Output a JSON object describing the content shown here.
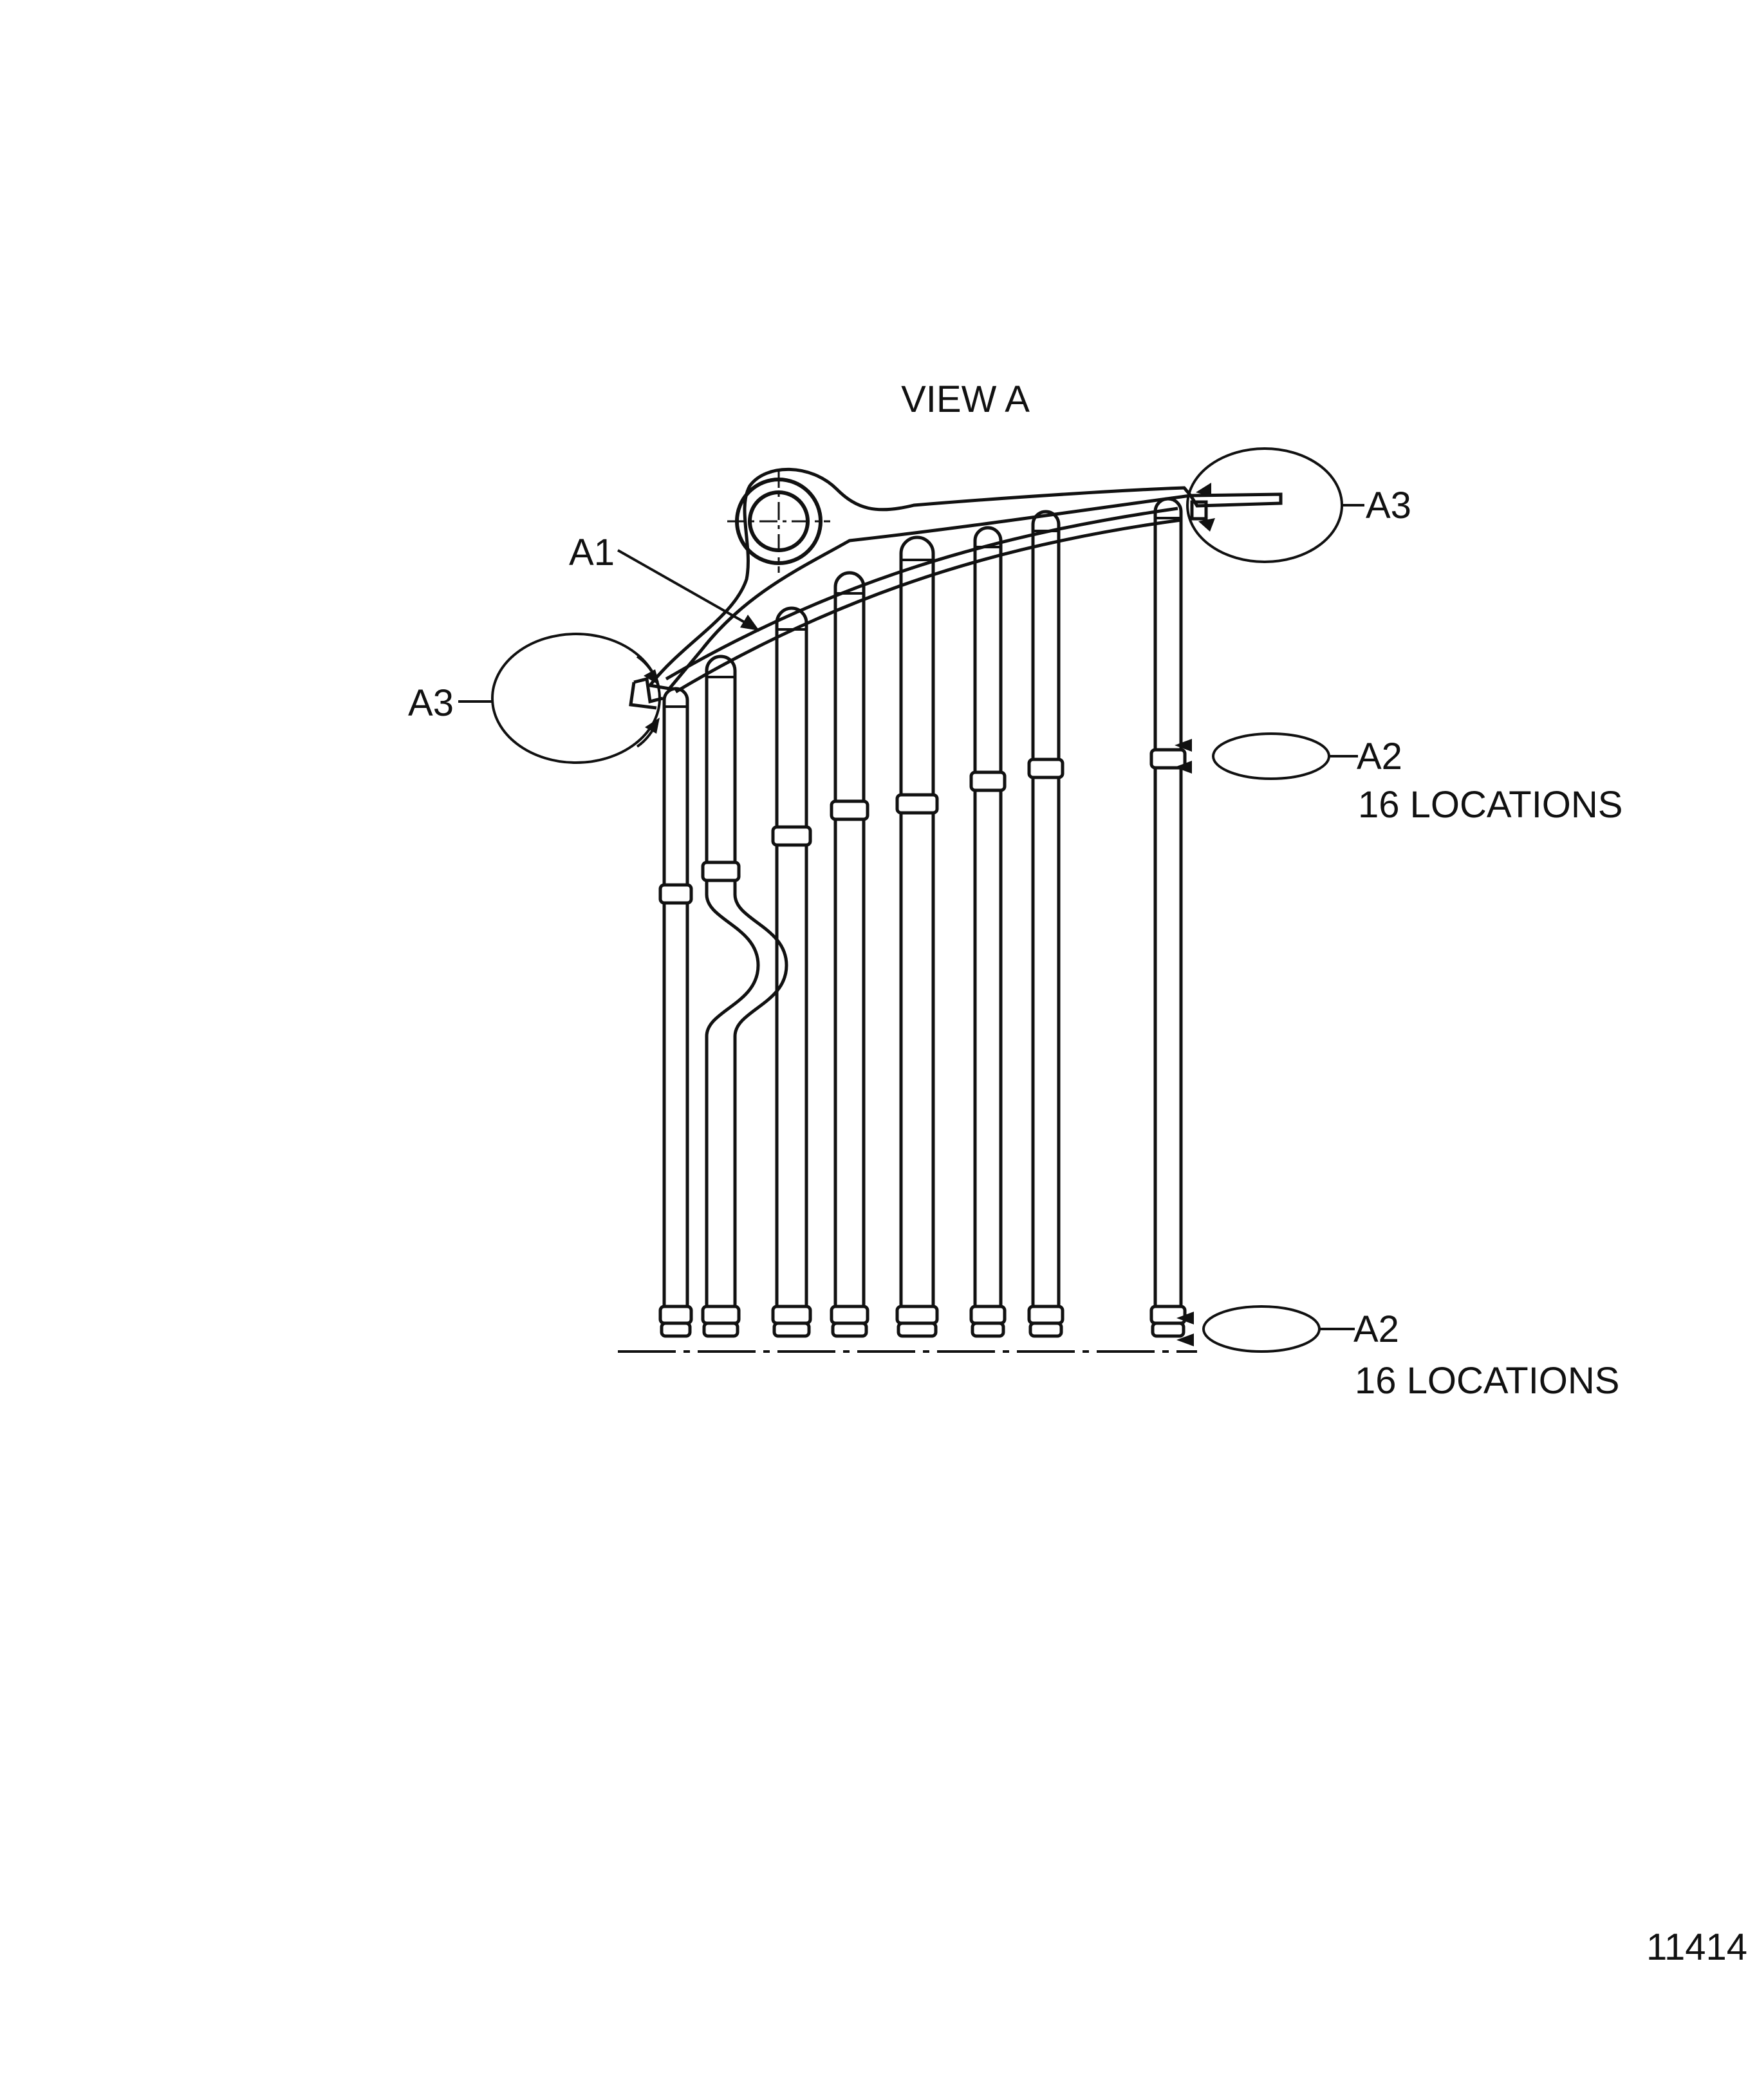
{
  "title": "VIEW A",
  "callouts": {
    "a1": "A1",
    "a3_left": "A3",
    "a3_right": "A3",
    "a2_upper": "A2",
    "a2_upper_note": "16 LOCATIONS",
    "a2_lower": "A2",
    "a2_lower_note": "16 LOCATIONS"
  },
  "figure_number": "11414",
  "colors": {
    "ink": "#111111",
    "paper": "#ffffff"
  }
}
